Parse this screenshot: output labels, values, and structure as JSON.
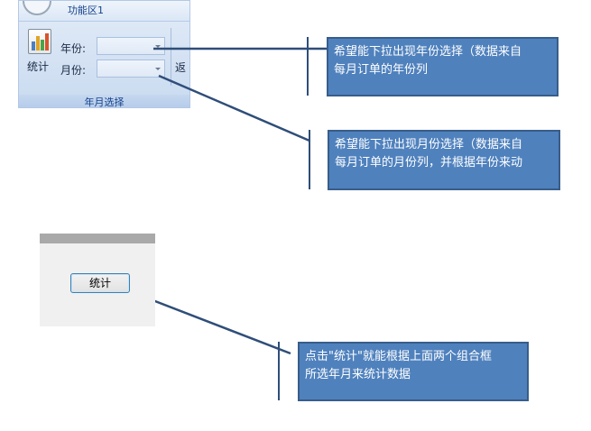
{
  "ribbon": {
    "title": "功能区1",
    "stat_button_label": "统计",
    "year_label": "年份:",
    "month_label": "月份:",
    "year_value": "",
    "month_value": "",
    "back_button_partial": "返",
    "group_label": "年月选择"
  },
  "callouts": {
    "year": [
      "希望能下拉出现年份选择（数据来自",
      "每月订单的年份列"
    ],
    "month": [
      "希望能下拉出现月份选择（数据来自",
      "每月订单的月份列，并根据年份来动"
    ],
    "stat": [
      "点击\"统计\"就能根据上面两个组合框",
      "所选年月来统计数据"
    ]
  },
  "form": {
    "stat_button_label": "统计"
  },
  "colors": {
    "callout_fill": "#4f81bd",
    "callout_border": "#385d8a",
    "connector": "#2f4e79"
  },
  "icons": {
    "chart": "bar-chart-icon",
    "dropdown": "chevron-down-icon"
  }
}
